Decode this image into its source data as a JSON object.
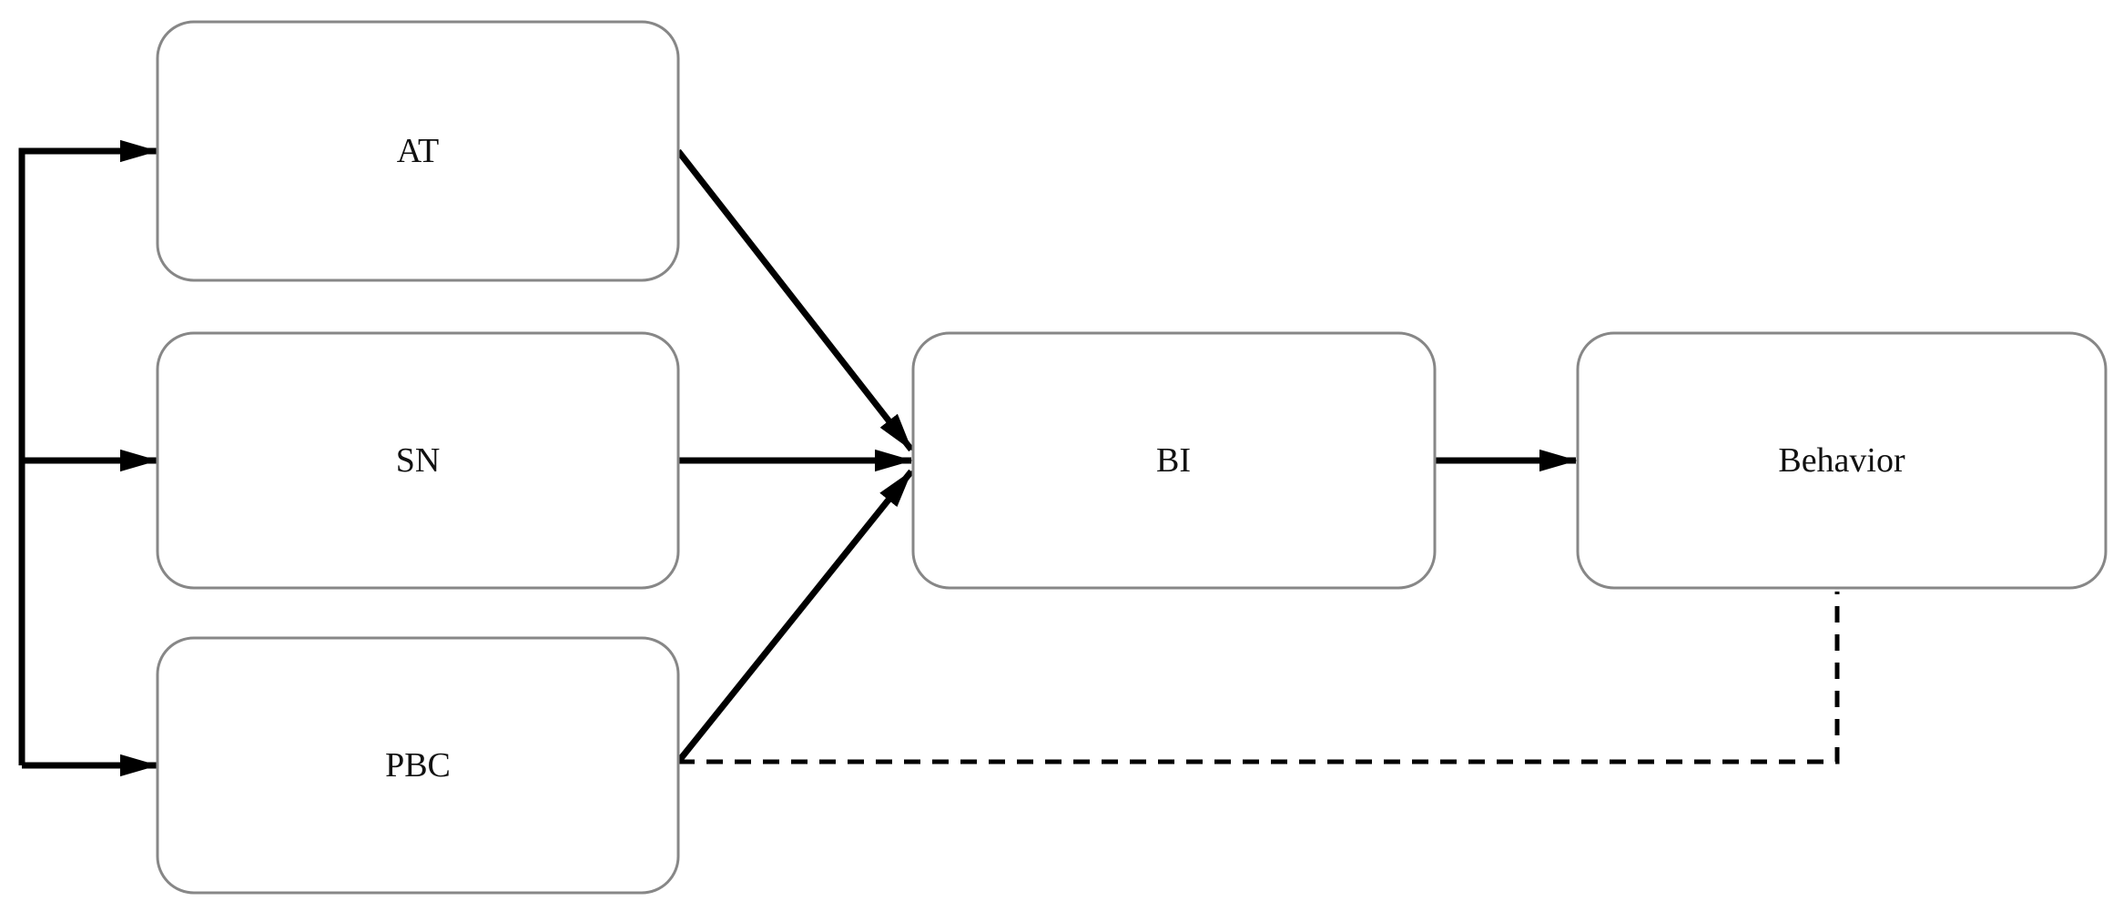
{
  "diagram": {
    "type": "flow-diagram",
    "background": "#ffffff",
    "nodes": [
      {
        "id": "AT",
        "label": "AT"
      },
      {
        "id": "SN",
        "label": "SN"
      },
      {
        "id": "PBC",
        "label": "PBC"
      },
      {
        "id": "BI",
        "label": "BI"
      },
      {
        "id": "Behavior",
        "label": "Behavior"
      }
    ],
    "edges": [
      {
        "from": "left-fan-connector",
        "to": "AT",
        "style": "solid",
        "arrowhead": true
      },
      {
        "from": "left-fan-connector",
        "to": "SN",
        "style": "solid",
        "arrowhead": true
      },
      {
        "from": "left-fan-connector",
        "to": "PBC",
        "style": "solid",
        "arrowhead": true
      },
      {
        "from": "AT",
        "to": "BI",
        "style": "solid",
        "arrowhead": true
      },
      {
        "from": "SN",
        "to": "BI",
        "style": "solid",
        "arrowhead": true
      },
      {
        "from": "PBC",
        "to": "BI",
        "style": "solid",
        "arrowhead": true
      },
      {
        "from": "BI",
        "to": "Behavior",
        "style": "solid",
        "arrowhead": true
      },
      {
        "from": "PBC",
        "to": "Behavior",
        "style": "dashed",
        "arrowhead": false
      }
    ],
    "colors": {
      "node_border": "#878787",
      "node_fill": "#ffffff",
      "edge": "#000000",
      "label": "#111111"
    }
  }
}
